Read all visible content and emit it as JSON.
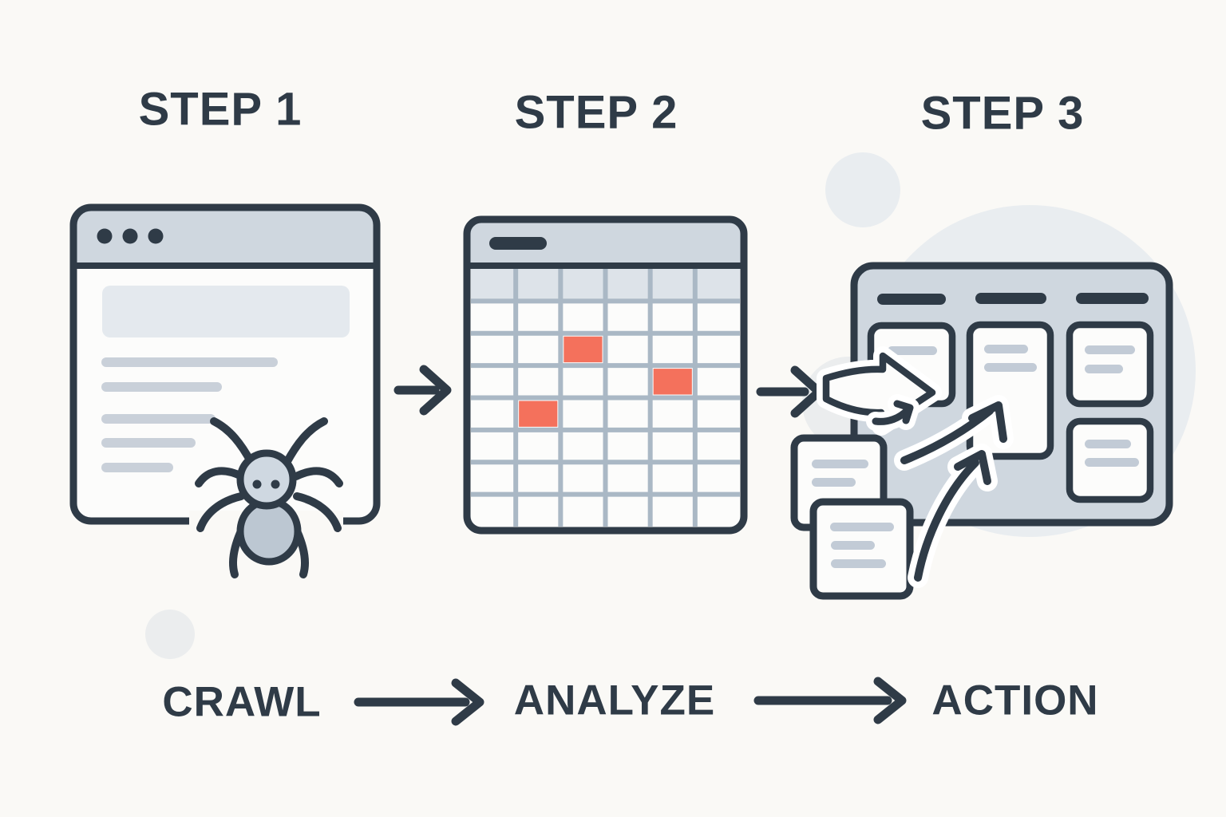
{
  "steps": [
    {
      "id": 1,
      "title": "STEP 1",
      "label": "CRAWL",
      "icon": "browser-window-with-spider"
    },
    {
      "id": 2,
      "title": "STEP 2",
      "label": "ANALYZE",
      "icon": "spreadsheet-grid-highlighted-cells"
    },
    {
      "id": 3,
      "title": "STEP 3",
      "label": "ACTION",
      "icon": "kanban-board-with-notes-and-arrows"
    }
  ],
  "grid": {
    "rows": 8,
    "cols": 6,
    "header_row": true,
    "highlighted_cells": [
      {
        "row": 3,
        "col": 3
      },
      {
        "row": 4,
        "col": 5
      },
      {
        "row": 5,
        "col": 2
      }
    ]
  },
  "kanban": {
    "columns": 3,
    "cards_per_column": [
      1,
      1,
      2
    ]
  },
  "colors": {
    "background": "#faf9f6",
    "outline": "#2f3b47",
    "panel": "#cfd7df",
    "panel_light": "#dde3e9",
    "card": "#fcfcfb",
    "accent": "#f4715c",
    "grid_line": "#aab8c5",
    "bar": "#c9d0d9",
    "hero": "#e4e9ee",
    "card_line": "#c2cbd6",
    "spider_head": "#cfd8e1",
    "spider_body": "#bcc7d2",
    "blob": "#ebedee",
    "blob_light": "#e9edf0",
    "halo": "#ffffff"
  }
}
